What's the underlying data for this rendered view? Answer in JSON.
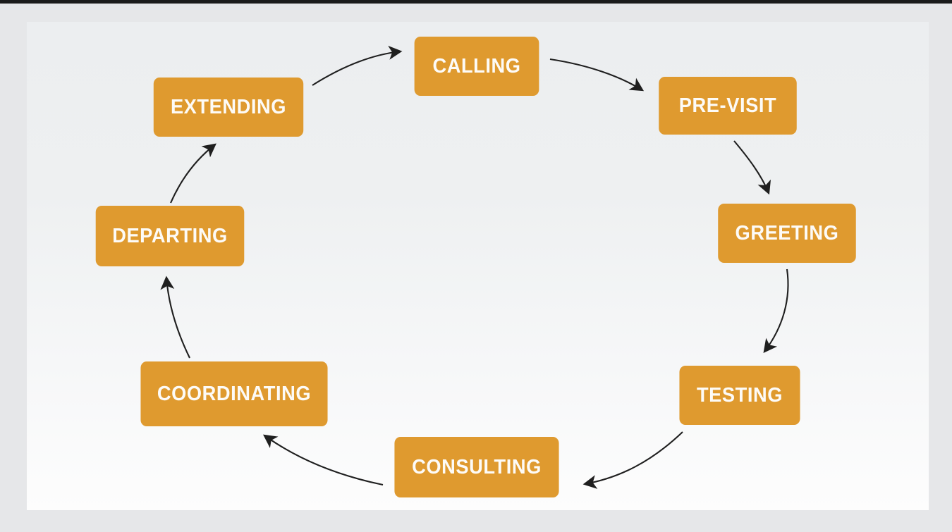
{
  "diagram": {
    "type": "cycle",
    "direction": "clockwise",
    "background_color": "#e6e7e9",
    "panel_color": "#f2f3f4",
    "node_color": "#df9a2f",
    "node_text_color": "#ffffff",
    "arrow_color": "#1f1f1f",
    "nodes": [
      {
        "id": "calling",
        "label": "CALLING"
      },
      {
        "id": "previsit",
        "label": "PRE-VISIT"
      },
      {
        "id": "greeting",
        "label": "GREETING"
      },
      {
        "id": "testing",
        "label": "TESTING"
      },
      {
        "id": "consulting",
        "label": "CONSULTING"
      },
      {
        "id": "coordinating",
        "label": "COORDINATING"
      },
      {
        "id": "departing",
        "label": "DEPARTING"
      },
      {
        "id": "extending",
        "label": "EXTENDING"
      }
    ],
    "edges": [
      {
        "from": "calling",
        "to": "previsit"
      },
      {
        "from": "previsit",
        "to": "greeting"
      },
      {
        "from": "greeting",
        "to": "testing"
      },
      {
        "from": "testing",
        "to": "consulting"
      },
      {
        "from": "consulting",
        "to": "coordinating"
      },
      {
        "from": "coordinating",
        "to": "departing"
      },
      {
        "from": "departing",
        "to": "extending"
      },
      {
        "from": "extending",
        "to": "calling"
      }
    ]
  }
}
